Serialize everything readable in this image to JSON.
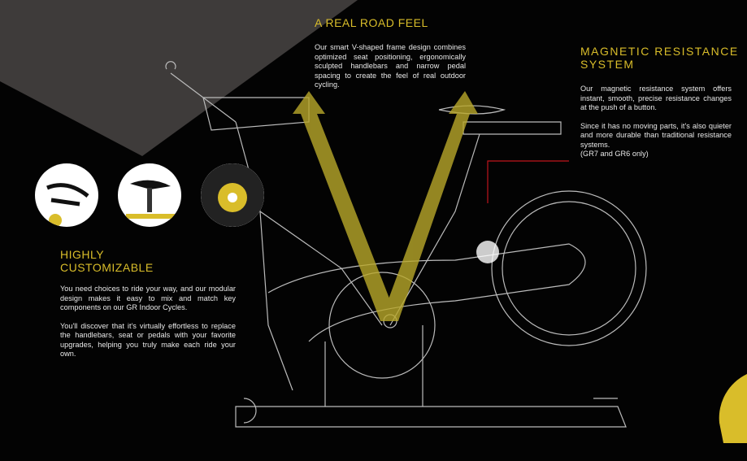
{
  "sections": {
    "road_feel": {
      "title": "A REAL ROAD FEEL",
      "body": "Our smart V-shaped frame design combines optimized seat positioning, ergonomically sculpted handlebars and narrow pedal spacing to create the feel of real outdoor cycling."
    },
    "magnetic": {
      "title_line1": "MAGNETIC RESISTANCE",
      "title_line2": "SYSTEM",
      "body1": "Our magnetic resistance system offers instant, smooth, precise resistance changes at the push of a button.",
      "body2": "Since it has no moving parts, it's also quieter and more durable than traditional resistance systems.",
      "body3": "(GR7 and GR6 only)"
    },
    "customizable": {
      "title_line1": "HIGHLY",
      "title_line2": "CUSTOMIZABLE",
      "body1": "You need choices to ride your way, and our modular design makes it easy to mix and match key components on our GR Indoor Cycles.",
      "body2": "You'll discover that it's virtually effortless to replace the handlebars, seat or pedals with your favorite upgrades, helping you truly make each ride your own."
    }
  },
  "colors": {
    "accent": "#d9bd2a",
    "callout": "#c0141c",
    "background": "#030303"
  }
}
